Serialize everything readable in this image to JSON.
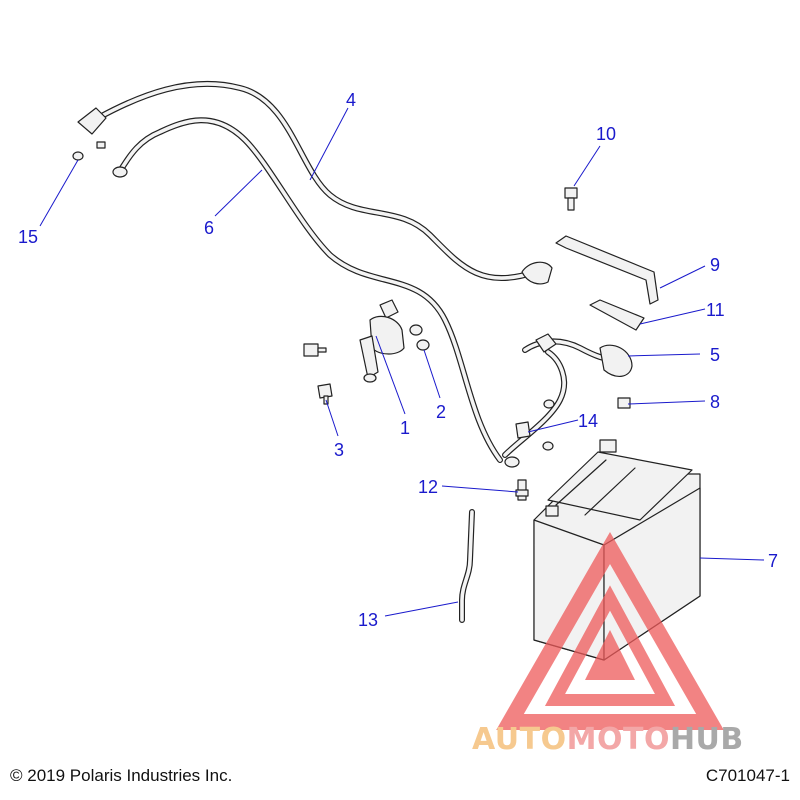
{
  "callouts": [
    "1",
    "2",
    "3",
    "4",
    "5",
    "6",
    "7",
    "8",
    "9",
    "10",
    "11",
    "12",
    "13",
    "14",
    "15"
  ],
  "footer": {
    "copyright": "© 2019 Polaris Industries Inc.",
    "code": "C701047-1"
  },
  "watermark": {
    "part1": "AUTO",
    "part2": "MOTO",
    "part3": "HUB",
    "colors": {
      "auto": "#f6c98f",
      "moto": "#f3a7a7",
      "hub": "#a9a9a9",
      "triangle": "#ee5a5a"
    }
  },
  "colors": {
    "callout": "#1a1acc",
    "linework": "#222222"
  }
}
